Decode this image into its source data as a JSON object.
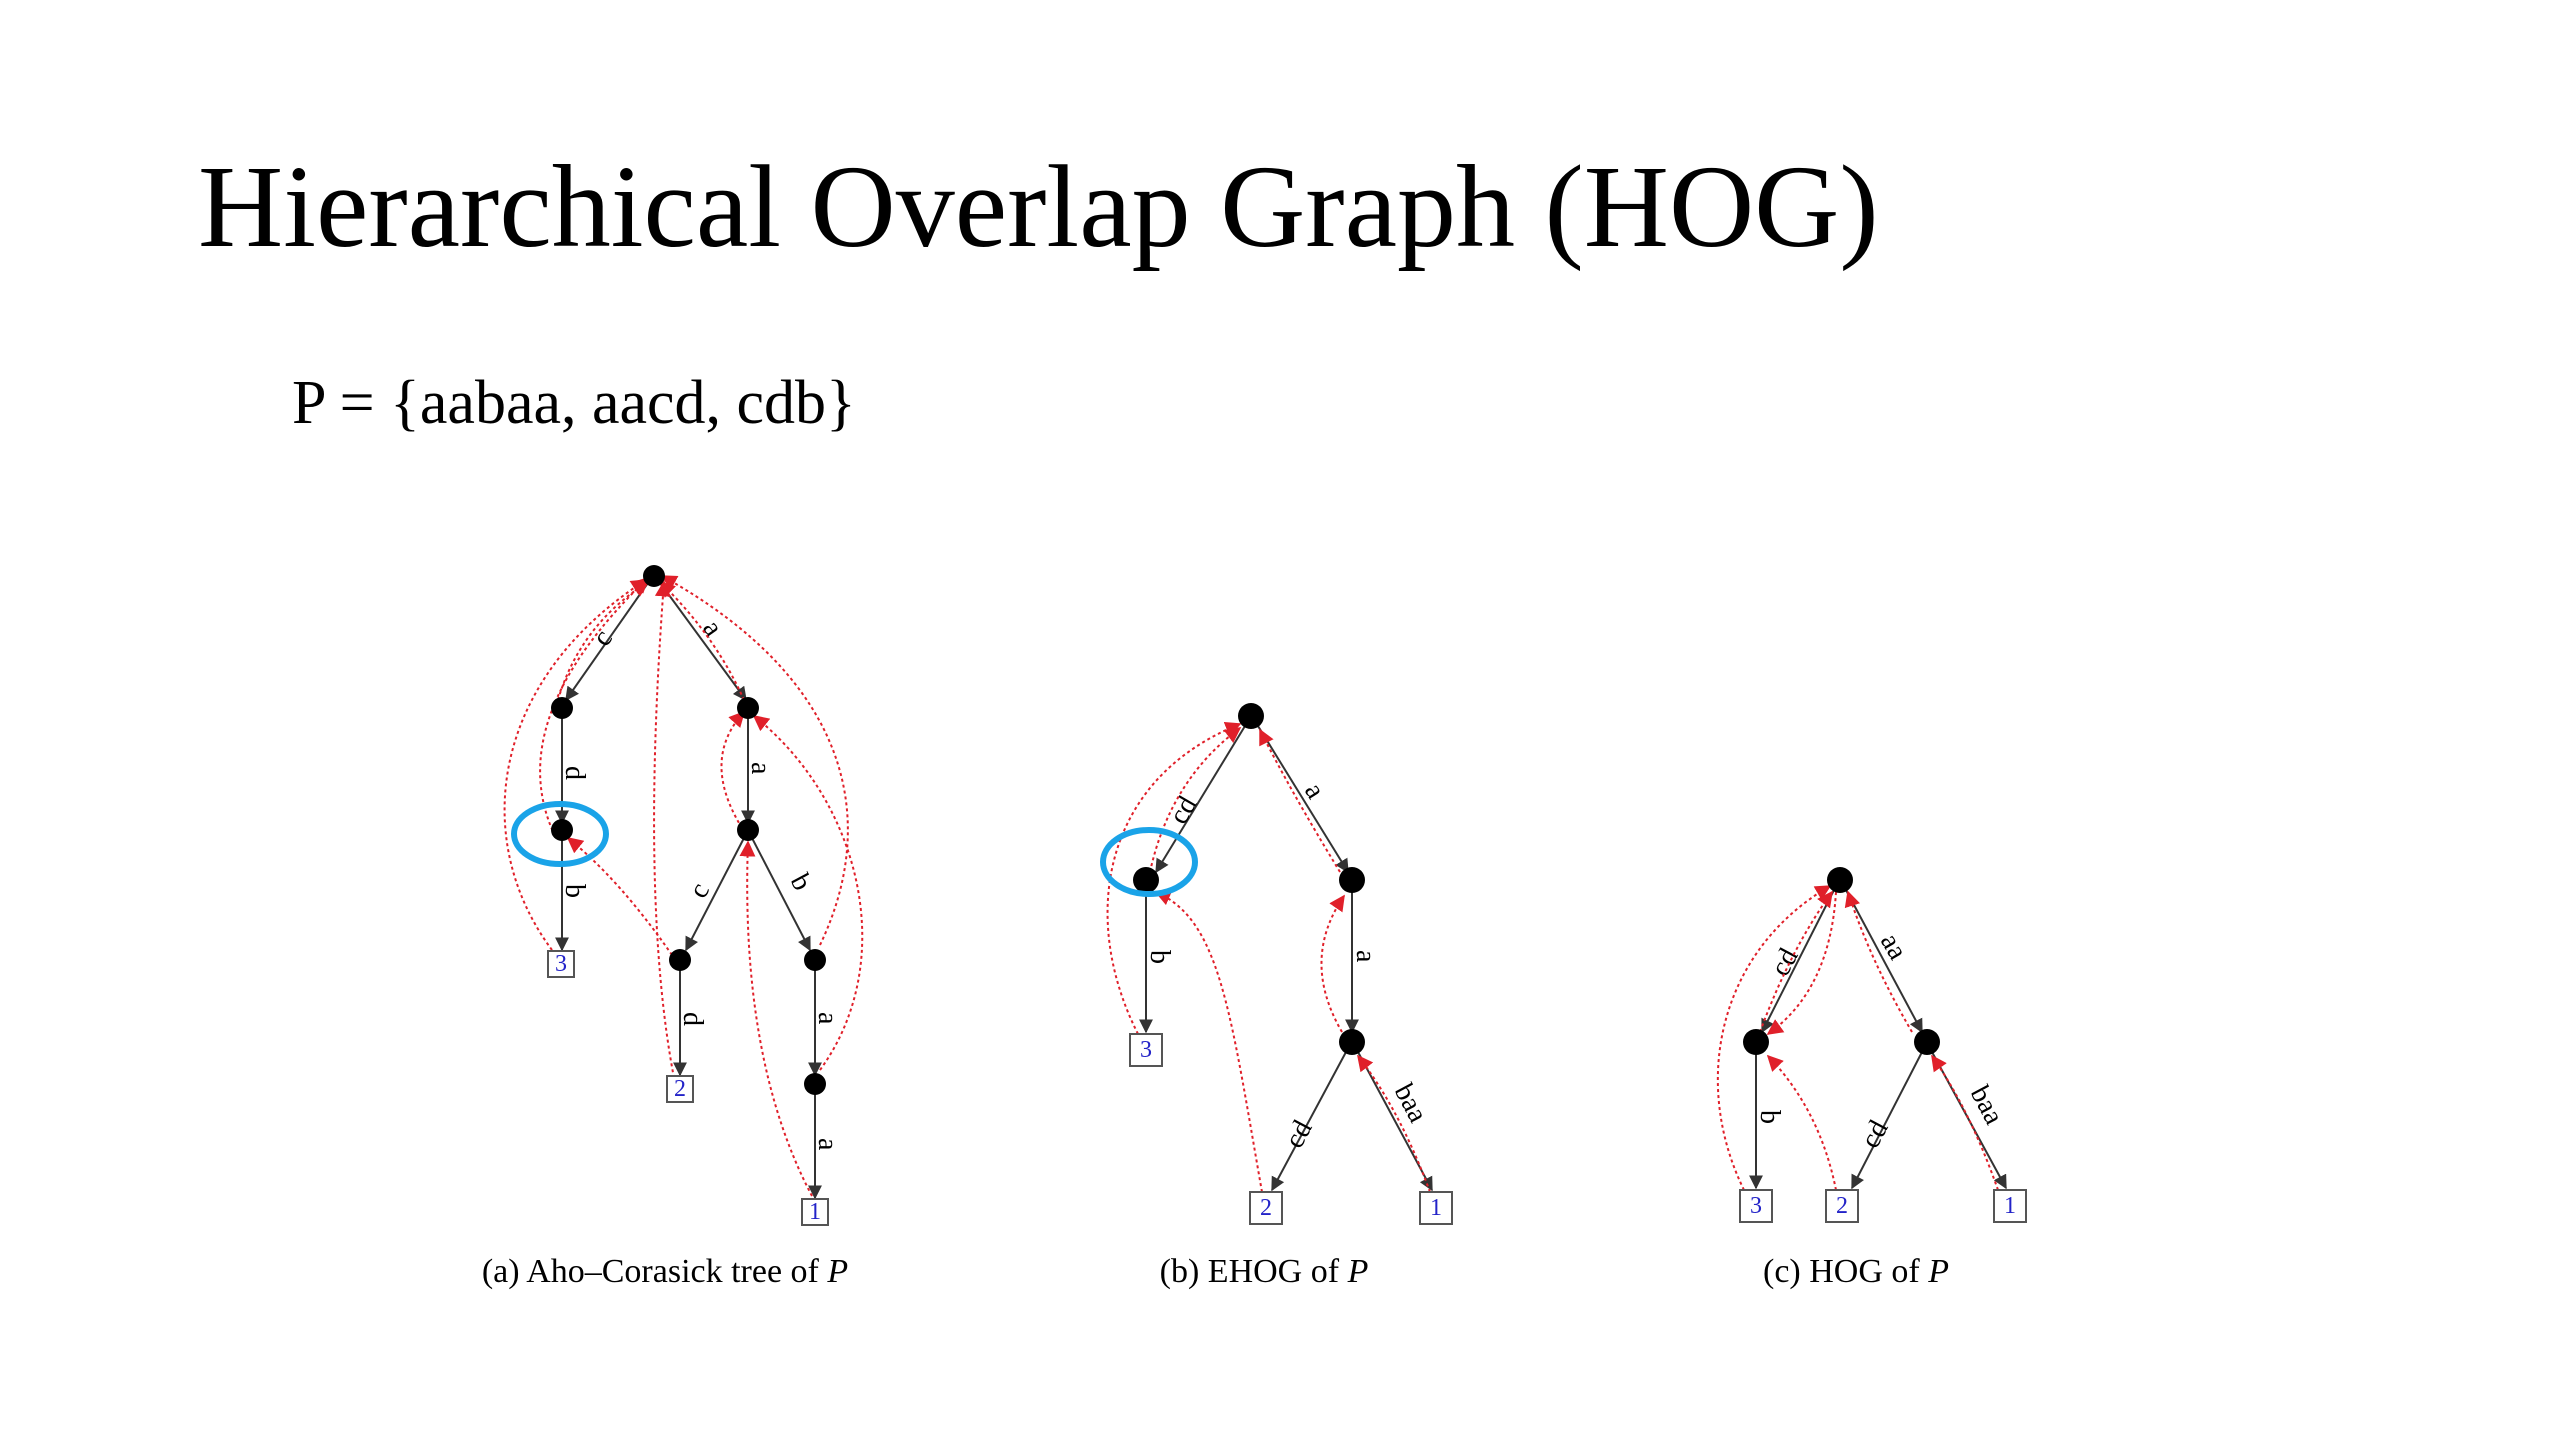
{
  "slide": {
    "title": "Hierarchical Overlap Graph (HOG)",
    "set_definition": "P = {aabaa, aacd, cdb}"
  },
  "colors": {
    "tree_edge": "#333333",
    "failure_link": "#e0202a",
    "highlight": "#1aa3e8",
    "leaf_label": "#2323c8"
  },
  "figures": [
    {
      "id": "a",
      "caption_prefix": "(a) Aho–Corasick tree of ",
      "caption_var": "P",
      "edge_labels": [
        "c",
        "a",
        "d",
        "a",
        "b",
        "c",
        "b",
        "d",
        "a",
        "a"
      ],
      "leaves": [
        "3",
        "2",
        "1"
      ]
    },
    {
      "id": "b",
      "caption_prefix": "(b) EHOG of ",
      "caption_var": "P",
      "edge_labels": [
        "cd",
        "a",
        "b",
        "a",
        "cd",
        "baa"
      ],
      "leaves": [
        "3",
        "2",
        "1"
      ]
    },
    {
      "id": "c",
      "caption_prefix": "(c) HOG of ",
      "caption_var": "P",
      "edge_labels": [
        "cd",
        "aa",
        "b",
        "cd",
        "baa"
      ],
      "leaves": [
        "3",
        "2",
        "1"
      ]
    }
  ]
}
